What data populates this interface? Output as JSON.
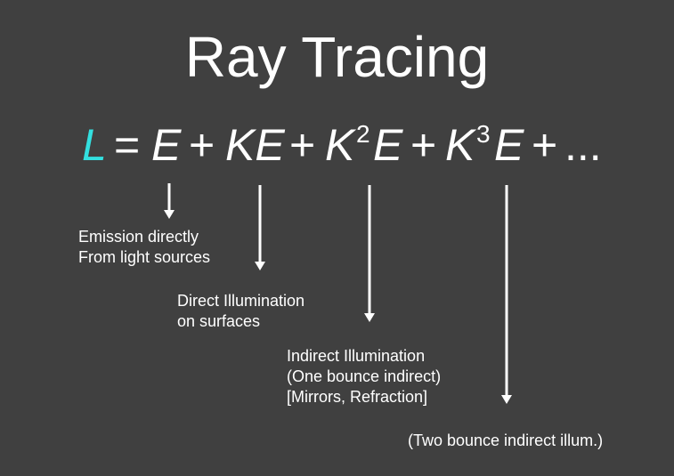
{
  "title": "Ray Tracing",
  "equation": {
    "L": "L",
    "eq": "=",
    "E1": "E",
    "p1": "+",
    "KE": "KE",
    "p2": "+",
    "K2": "K",
    "exp2": "2",
    "E2": "E",
    "p3": "+",
    "K3": "K",
    "exp3": "3",
    "E3": "E",
    "p4": "+",
    "dots": "...",
    "accent_color": "#33e0e0"
  },
  "labels": {
    "emission_line1": "Emission directly",
    "emission_line2": "From light sources",
    "direct_line1": "Direct Illumination",
    "direct_line2": "on surfaces",
    "indirect_line1": "Indirect Illumination",
    "indirect_line2": "(One bounce indirect)",
    "indirect_line3": "[Mirrors, Refraction]",
    "two_bounce": "(Two bounce indirect illum.)"
  }
}
